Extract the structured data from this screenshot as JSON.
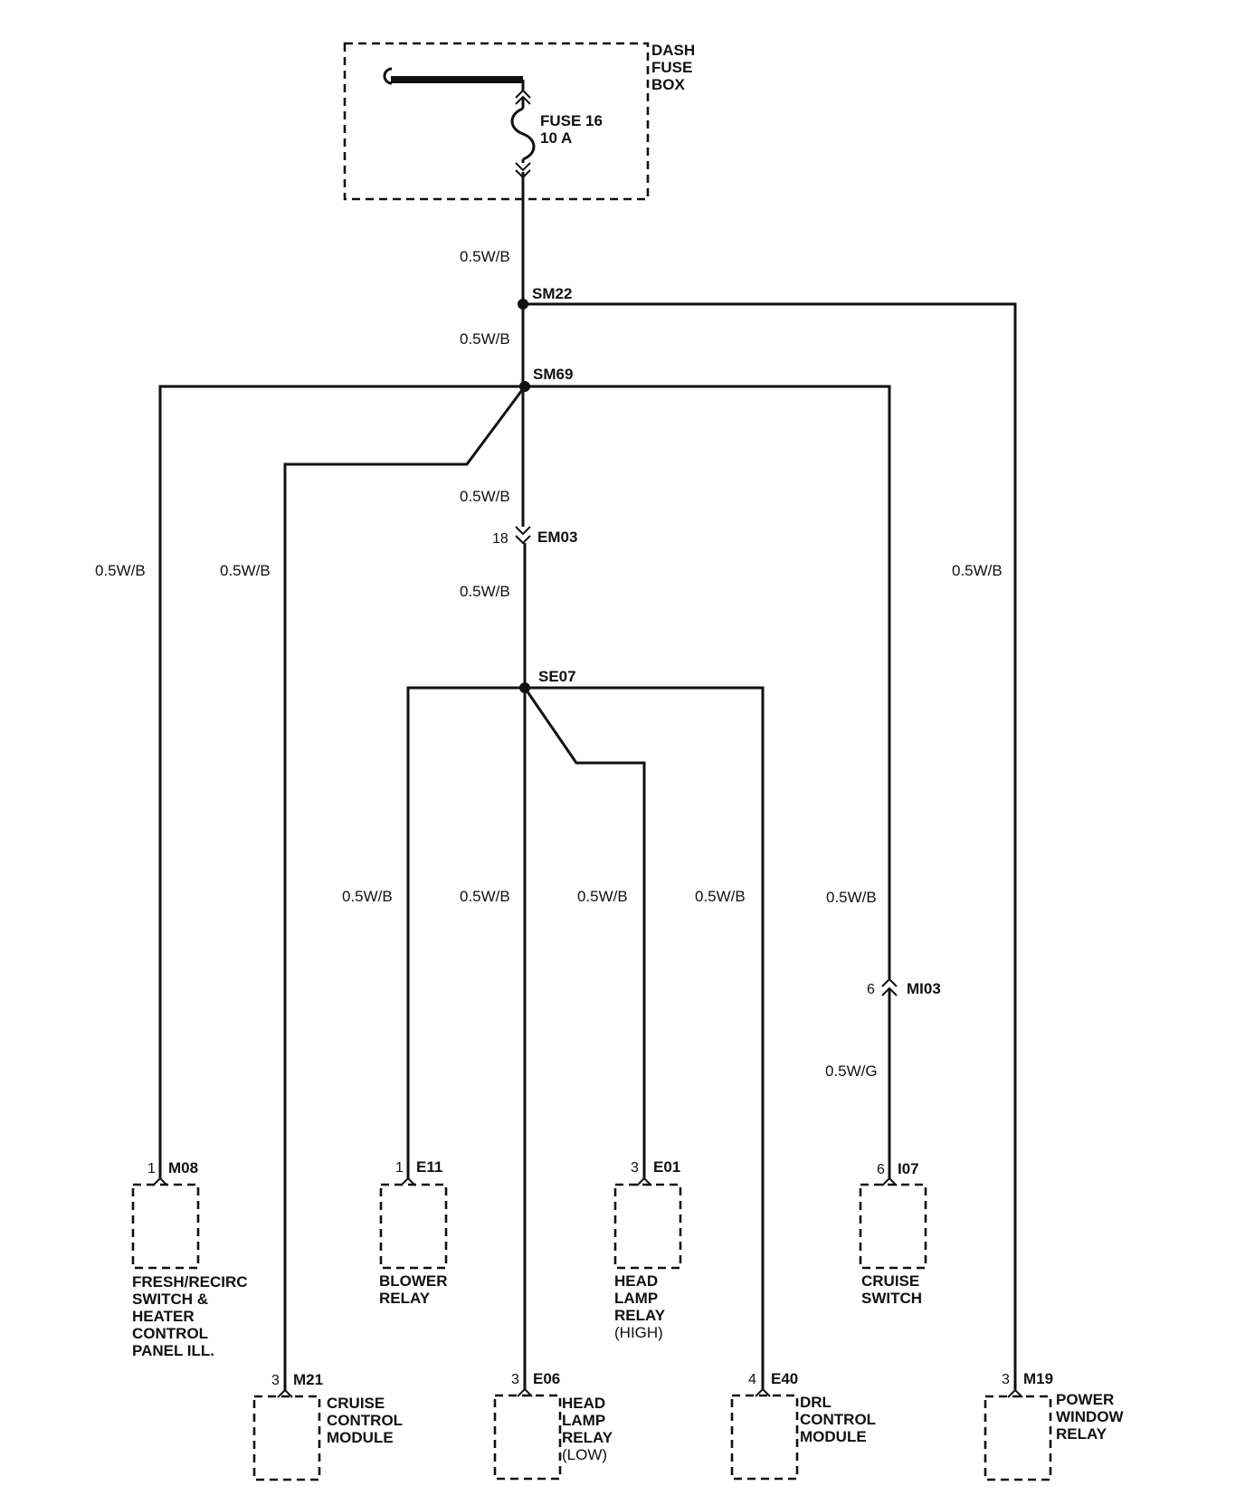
{
  "fuse_box": {
    "title_lines": [
      "DASH",
      "FUSE",
      "BOX"
    ],
    "fuse_name": "FUSE 16",
    "fuse_rating": "10 A"
  },
  "splices": {
    "sm22": "SM22",
    "sm69": "SM69",
    "se07": "SE07"
  },
  "inline_connectors": {
    "em03": {
      "id": "EM03",
      "pin": "18"
    },
    "mi03": {
      "id": "MI03",
      "pin": "6"
    }
  },
  "wire_labels": {
    "main_1": "0.5W/B",
    "main_2": "0.5W/B",
    "main_3": "0.5W/B",
    "main_4": "0.5W/B",
    "m08_wire": "0.5W/B",
    "m21_wire": "0.5W/B",
    "m19_wire": "0.5W/B",
    "e11_wire": "0.5W/B",
    "e06_wire": "0.5W/B",
    "e01_wire": "0.5W/B",
    "e40_wire": "0.5W/B",
    "i07_upper_wire": "0.5W/B",
    "i07_lower_wire": "0.5W/G"
  },
  "components": {
    "m08": {
      "pin": "1",
      "id": "M08",
      "lines": [
        "FRESH/RECIRC",
        "SWITCH &",
        "HEATER",
        "CONTROL",
        "PANEL ILL."
      ]
    },
    "e11": {
      "pin": "1",
      "id": "E11",
      "lines": [
        "BLOWER",
        "RELAY"
      ]
    },
    "e01": {
      "pin": "3",
      "id": "E01",
      "lines": [
        "HEAD",
        "LAMP",
        "RELAY"
      ],
      "note": "(HIGH)"
    },
    "i07": {
      "pin": "6",
      "id": "I07",
      "lines": [
        "CRUISE",
        "SWITCH"
      ]
    },
    "m21": {
      "pin": "3",
      "id": "M21",
      "lines": [
        "CRUISE",
        "CONTROL",
        "MODULE"
      ]
    },
    "e06": {
      "pin": "3",
      "id": "E06",
      "lines": [
        "HEAD",
        "LAMP",
        "RELAY"
      ],
      "note": "(LOW)"
    },
    "e40": {
      "pin": "4",
      "id": "E40",
      "lines": [
        "DRL",
        "CONTROL",
        "MODULE"
      ]
    },
    "m19": {
      "pin": "3",
      "id": "M19",
      "lines": [
        "POWER",
        "WINDOW",
        "RELAY"
      ]
    }
  }
}
